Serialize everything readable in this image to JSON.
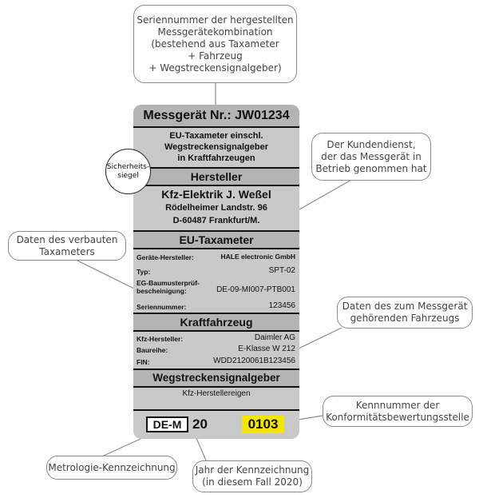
{
  "plate": {
    "title": "Messgerät Nr.: JW01234",
    "description_lines": [
      "EU-Taxameter einschl.",
      "Wegstreckensignalgeber",
      "in Kraftfahrzeugen"
    ],
    "hersteller_header": "Hersteller",
    "hersteller_name": "Kfz-Elektrik J. Weßel",
    "hersteller_address_1": "Rödelheimer Landstr. 96",
    "hersteller_address_2": "D-60487 Frankfurt/M.",
    "taxameter_header": "EU-Taxameter",
    "taxameter_rows": [
      {
        "label": "Geräte-Hersteller:",
        "value": "HALE electronic GmbH"
      },
      {
        "label": "Typ:",
        "value": "SPT-02"
      },
      {
        "label": "EG-Baumusterprüf-\nbescheinigung:",
        "value": "DE-09-MI007-PTB001"
      },
      {
        "label": "Seriennummer:",
        "value": "123456"
      }
    ],
    "fahrzeug_header": "Kraftfahrzeug",
    "fahrzeug_rows": [
      {
        "label": "Kfz-Hersteller:",
        "value": "Daimler AG"
      },
      {
        "label": "Baureihe:",
        "value": "E-Klasse W 212"
      },
      {
        "label": "FIN:",
        "value": "WDD2120061B123456"
      }
    ],
    "signalgeber_header": "Wegstreckensignalgeber",
    "signalgeber_value": "Kfz-Herstellereigen",
    "metrology_mark": "DE-M",
    "year": "20",
    "notified_body": "0103",
    "seal_line_1": "Sicherheits-",
    "seal_line_2": "siegel"
  },
  "callouts": {
    "serial": [
      "Seriennummer der hergestellten",
      "Messgerätekombination",
      "(bestehend aus Taxameter",
      "+ Fahrzeug",
      "+ Wegstreckensignalgeber)"
    ],
    "customer_service": [
      "Der Kundendienst,",
      "der das Messgerät in",
      "Betrieb genommen hat"
    ],
    "taxameter": [
      "Daten des verbauten",
      "Taxameters"
    ],
    "vehicle": [
      "Daten des zum Messgerät",
      "gehörenden Fahrzeugs"
    ],
    "notified_body": [
      "Kennnummer der",
      "Konformitätsbewertungsstelle"
    ],
    "metrology": [
      "Metrologie-Kennzeichnung"
    ],
    "year": [
      "Jahr der Kennzeichnung",
      "(in diesem Fall 2020)"
    ]
  },
  "colors": {
    "plate_bg": "#c9c9c9",
    "plate_header_bg": "#b4b4b4",
    "notified_body_bg": "#f2e600",
    "callout_border": "#8a8a8a"
  }
}
